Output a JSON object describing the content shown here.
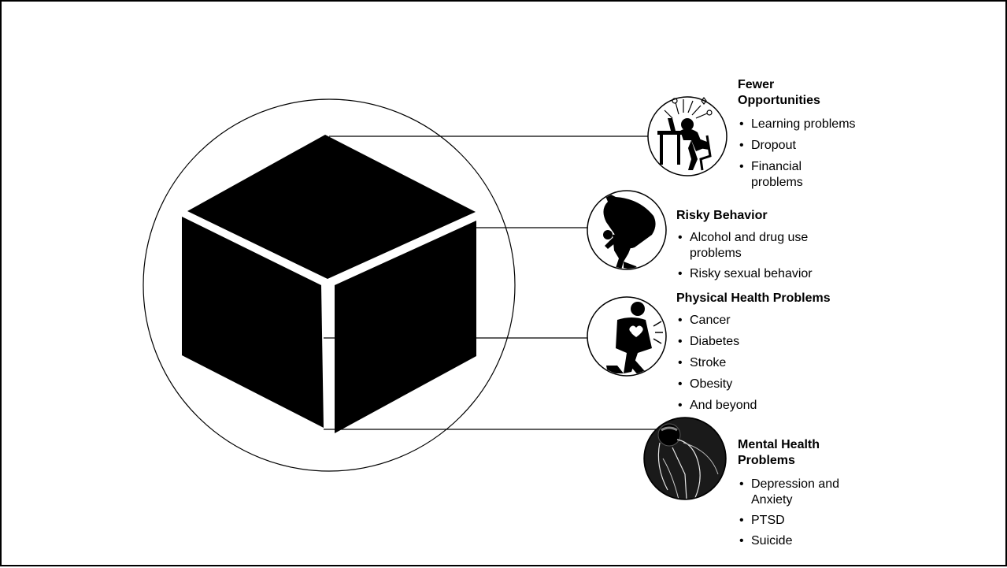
{
  "diagram": {
    "callouts": {
      "fewer_opportunities": {
        "title_line1": "Fewer",
        "title_line2": "Opportunities",
        "items": [
          "Learning problems",
          "Dropout",
          "Financial problems"
        ],
        "icon": "stressed-student-at-desk-icon"
      },
      "risky_behavior": {
        "title": "Risky Behavior",
        "items": [
          "Alcohol and drug use problems",
          "Risky sexual behavior"
        ],
        "icon": "person-carrying-bottle-icon"
      },
      "physical_health": {
        "title": "Physical Health Problems",
        "items": [
          "Cancer",
          "Diabetes",
          "Stroke",
          "Obesity",
          "And beyond"
        ],
        "icon": "person-chest-pain-icon"
      },
      "mental_health": {
        "title_line1": "Mental Health",
        "title_line2": "Problems",
        "items": [
          "Depression and Anxiety",
          "PTSD",
          "Suicide"
        ],
        "icon": "person-head-in-hands-icon"
      }
    }
  }
}
